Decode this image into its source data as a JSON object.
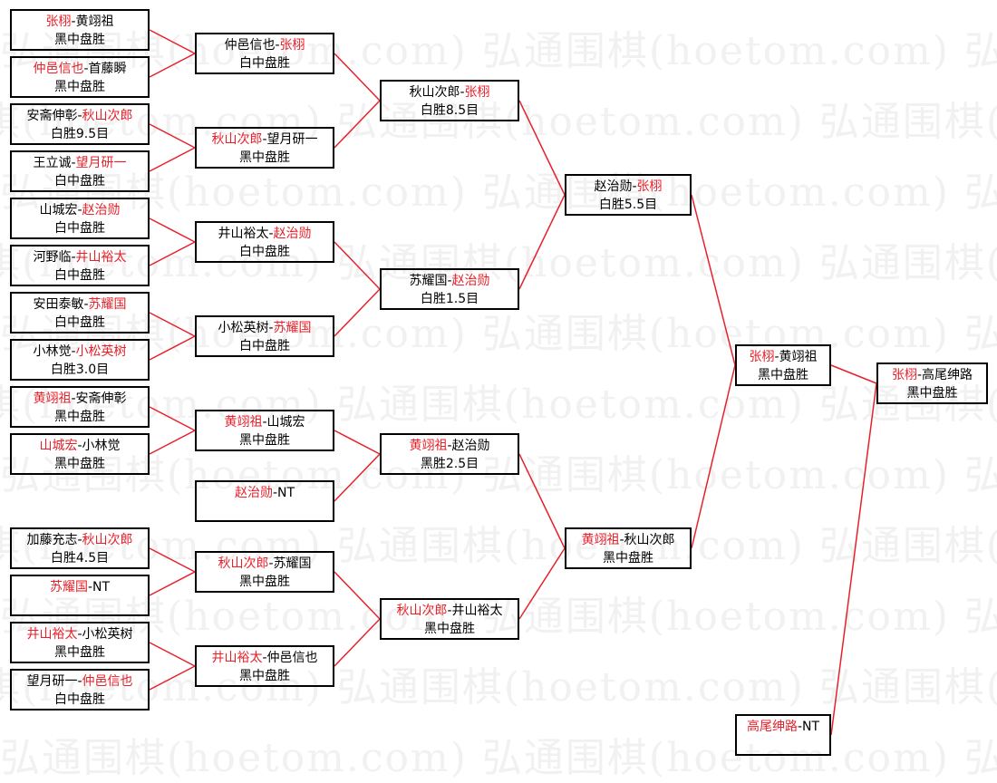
{
  "watermark": "弘通围棋(hoetom.com)",
  "colors": {
    "winner": "#e8202a",
    "line": "#e8202a",
    "border": "#000000"
  },
  "rounds": [
    {
      "name": "round-1",
      "matches": [
        {
          "p1": "张栩",
          "p2": "黄翊祖",
          "winner": 1,
          "result": "黑中盘胜"
        },
        {
          "p1": "仲邑信也",
          "p2": "首藤瞬",
          "winner": 1,
          "result": "黑中盘胜"
        },
        {
          "p1": "安斋伸彰",
          "p2": "秋山次郎",
          "winner": 2,
          "result": "白胜9.5目"
        },
        {
          "p1": "王立诚",
          "p2": "望月研一",
          "winner": 2,
          "result": "白中盘胜"
        },
        {
          "p1": "山城宏",
          "p2": "赵治勋",
          "winner": 2,
          "result": "白中盘胜"
        },
        {
          "p1": "河野临",
          "p2": "井山裕太",
          "winner": 2,
          "result": "白中盘胜"
        },
        {
          "p1": "安田泰敏",
          "p2": "苏耀国",
          "winner": 2,
          "result": "白中盘胜"
        },
        {
          "p1": "小林觉",
          "p2": "小松英树",
          "winner": 2,
          "result": "白胜3.0目"
        },
        {
          "p1": "黄翊祖",
          "p2": "安斋伸彰",
          "winner": 1,
          "result": "黑中盘胜"
        },
        {
          "p1": "山城宏",
          "p2": "小林觉",
          "winner": 1,
          "result": "黑中盘胜"
        },
        {
          "p1": "加藤充志",
          "p2": "秋山次郎",
          "winner": 2,
          "result": "白胜4.5目"
        },
        {
          "p1": "苏耀国",
          "p2": "NT",
          "winner": 1,
          "result": ""
        },
        {
          "p1": "井山裕太",
          "p2": "小松英树",
          "winner": 1,
          "result": "黑中盘胜"
        },
        {
          "p1": "望月研一",
          "p2": "仲邑信也",
          "winner": 2,
          "result": "白中盘胜"
        }
      ]
    },
    {
      "name": "round-2",
      "matches": [
        {
          "p1": "仲邑信也",
          "p2": "张栩",
          "winner": 2,
          "result": "白中盘胜"
        },
        {
          "p1": "秋山次郎",
          "p2": "望月研一",
          "winner": 1,
          "result": "黑中盘胜"
        },
        {
          "p1": "井山裕太",
          "p2": "赵治勋",
          "winner": 2,
          "result": "白中盘胜"
        },
        {
          "p1": "小松英树",
          "p2": "苏耀国",
          "winner": 2,
          "result": "白中盘胜"
        },
        {
          "p1": "黄翊祖",
          "p2": "山城宏",
          "winner": 1,
          "result": "黑中盘胜"
        },
        {
          "p1": "赵治勋",
          "p2": "NT",
          "winner": 1,
          "result": ""
        },
        {
          "p1": "秋山次郎",
          "p2": "苏耀国",
          "winner": 1,
          "result": "黑中盘胜"
        },
        {
          "p1": "井山裕太",
          "p2": "仲邑信也",
          "winner": 1,
          "result": "黑中盘胜"
        }
      ]
    },
    {
      "name": "round-3",
      "matches": [
        {
          "p1": "秋山次郎",
          "p2": "张栩",
          "winner": 2,
          "result": "白胜8.5目"
        },
        {
          "p1": "苏耀国",
          "p2": "赵治勋",
          "winner": 2,
          "result": "白胜1.5目"
        },
        {
          "p1": "黄翊祖",
          "p2": "赵治勋",
          "winner": 1,
          "result": "黑胜2.5目"
        },
        {
          "p1": "秋山次郎",
          "p2": "井山裕太",
          "winner": 1,
          "result": "黑中盘胜"
        }
      ]
    },
    {
      "name": "round-4",
      "matches": [
        {
          "p1": "赵治勋",
          "p2": "张栩",
          "winner": 2,
          "result": "白胜5.5目"
        },
        {
          "p1": "黄翊祖",
          "p2": "秋山次郎",
          "winner": 1,
          "result": "黑中盘胜"
        }
      ]
    },
    {
      "name": "round-5",
      "matches": [
        {
          "p1": "张栩",
          "p2": "黄翊祖",
          "winner": 1,
          "result": "黑中盘胜"
        },
        {
          "p1": "高尾绅路",
          "p2": "NT",
          "winner": 1,
          "result": ""
        }
      ]
    },
    {
      "name": "final",
      "matches": [
        {
          "p1": "张栩",
          "p2": "高尾绅路",
          "winner": 1,
          "result": "黑中盘胜"
        }
      ]
    }
  ]
}
